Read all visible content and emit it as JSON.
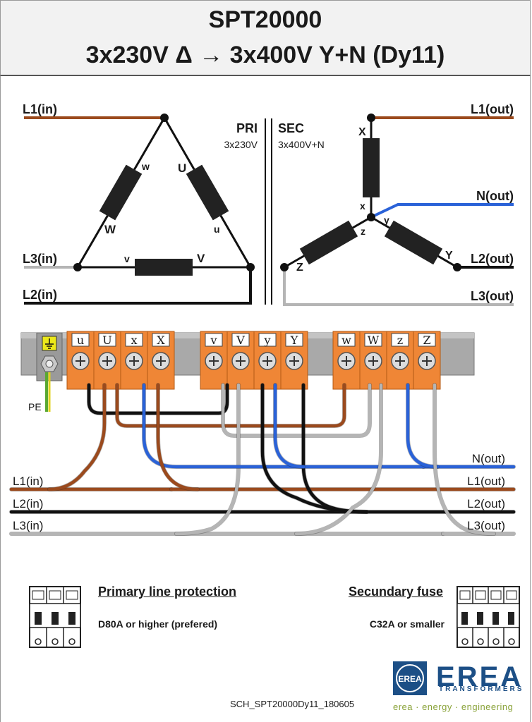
{
  "header": {
    "title": "SPT20000",
    "subtitle": "3x230V Δ → 3x400V Y+N  (Dy11)"
  },
  "schematic": {
    "primary_inputs": [
      "L1(in)",
      "L3(in)",
      "L2(in)"
    ],
    "secondary_outputs": [
      "L1(out)",
      "N(out)",
      "L2(out)",
      "L3(out)"
    ],
    "pri_label": "PRI",
    "pri_voltage": "3x230V",
    "sec_label": "SEC",
    "sec_voltage": "3x400V+N",
    "delta_coil_labels": [
      "w",
      "U",
      "W",
      "u",
      "v",
      "V"
    ],
    "star_coil_labels": [
      "X",
      "x",
      "z",
      "y",
      "Z",
      "Y"
    ]
  },
  "terminals": {
    "pe_label": "PE",
    "group1": [
      "u",
      "U",
      "x",
      "X"
    ],
    "group2": [
      "v",
      "V",
      "y",
      "Y"
    ],
    "group3": [
      "w",
      "W",
      "z",
      "Z"
    ]
  },
  "wiring": {
    "left_labels": [
      "L1(in)",
      "L2(in)",
      "L3(in)"
    ],
    "right_labels": [
      "N(out)",
      "L1(out)",
      "L2(out)",
      "L3(out)"
    ]
  },
  "protection": {
    "primary_title": "Primary line protection",
    "primary_desc": "D80A or higher (prefered)",
    "secondary_title": "Secundary fuse",
    "secondary_desc": "C32A or smaller"
  },
  "footer": {
    "code": "SCH_SPT20000Dy11_180605",
    "brand": "EREA",
    "brand_sub": "TRANSFORMERS",
    "tagline": "erea · energy · engineering",
    "logo_text": "EREA"
  },
  "colors": {
    "brown": "#9b4a1d",
    "black": "#111111",
    "grey": "#b5b5b5",
    "blue": "#2a62d8",
    "orange": "#ef8636",
    "brand_blue": "#1c4f86"
  }
}
